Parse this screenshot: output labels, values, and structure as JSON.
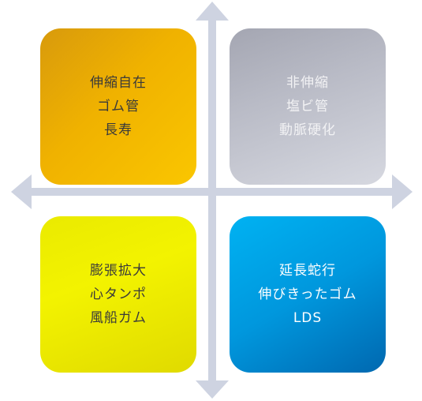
{
  "colors": {
    "axis": "#ced3e1",
    "top_left": "#f0b200",
    "top_right": "#b9bbc6",
    "bottom_left": "#f3f300",
    "bottom_right": "#0097dd"
  },
  "quadrants": {
    "top_left": {
      "lines": [
        "伸縮自在",
        "ゴム管",
        "長寿"
      ]
    },
    "top_right": {
      "lines": [
        "非伸縮",
        "塩ビ管",
        "動脈硬化"
      ]
    },
    "bottom_left": {
      "lines": [
        "膨張拡大",
        "心タンポ",
        "風船ガム"
      ]
    },
    "bottom_right": {
      "lines": [
        "延長蛇行",
        "伸びきったゴム",
        "LDS"
      ]
    }
  }
}
